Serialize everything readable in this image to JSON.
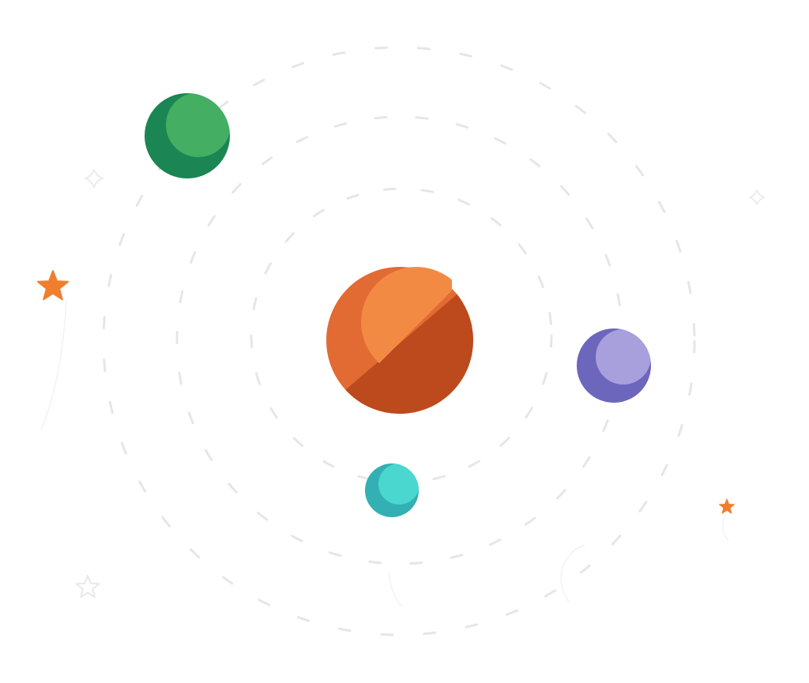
{
  "scene": {
    "name": "solar-system-illustration",
    "background": "#ffffff",
    "orbit_color": "#e6e6ea",
    "sparkle_color": "#ececef"
  },
  "orbits": [
    {
      "name": "inner-orbit"
    },
    {
      "name": "middle-orbit"
    },
    {
      "name": "outer-orbit"
    }
  ],
  "planets": [
    {
      "name": "sun-planet",
      "colors": {
        "base": "#e26a33",
        "shade": "#bd4a1c",
        "highlight": "#f38a44"
      }
    },
    {
      "name": "green-planet",
      "colors": {
        "base": "#1b8653",
        "highlight": "#44ae63"
      }
    },
    {
      "name": "purple-planet",
      "colors": {
        "base": "#6d66bd",
        "highlight": "#a7a0dc"
      }
    },
    {
      "name": "teal-planet",
      "colors": {
        "base": "#32b0b3",
        "highlight": "#4ad7cf"
      }
    }
  ],
  "stars": [
    {
      "name": "orange-star-large",
      "color": "#ef7f2d"
    },
    {
      "name": "orange-star-small",
      "color": "#ef7f2d"
    },
    {
      "name": "outline-star-bottom-left",
      "color": "#e9e9ec"
    },
    {
      "name": "outline-sparkle-top-left",
      "color": "#ececef"
    },
    {
      "name": "outline-sparkle-top-right",
      "color": "#ececef"
    }
  ]
}
